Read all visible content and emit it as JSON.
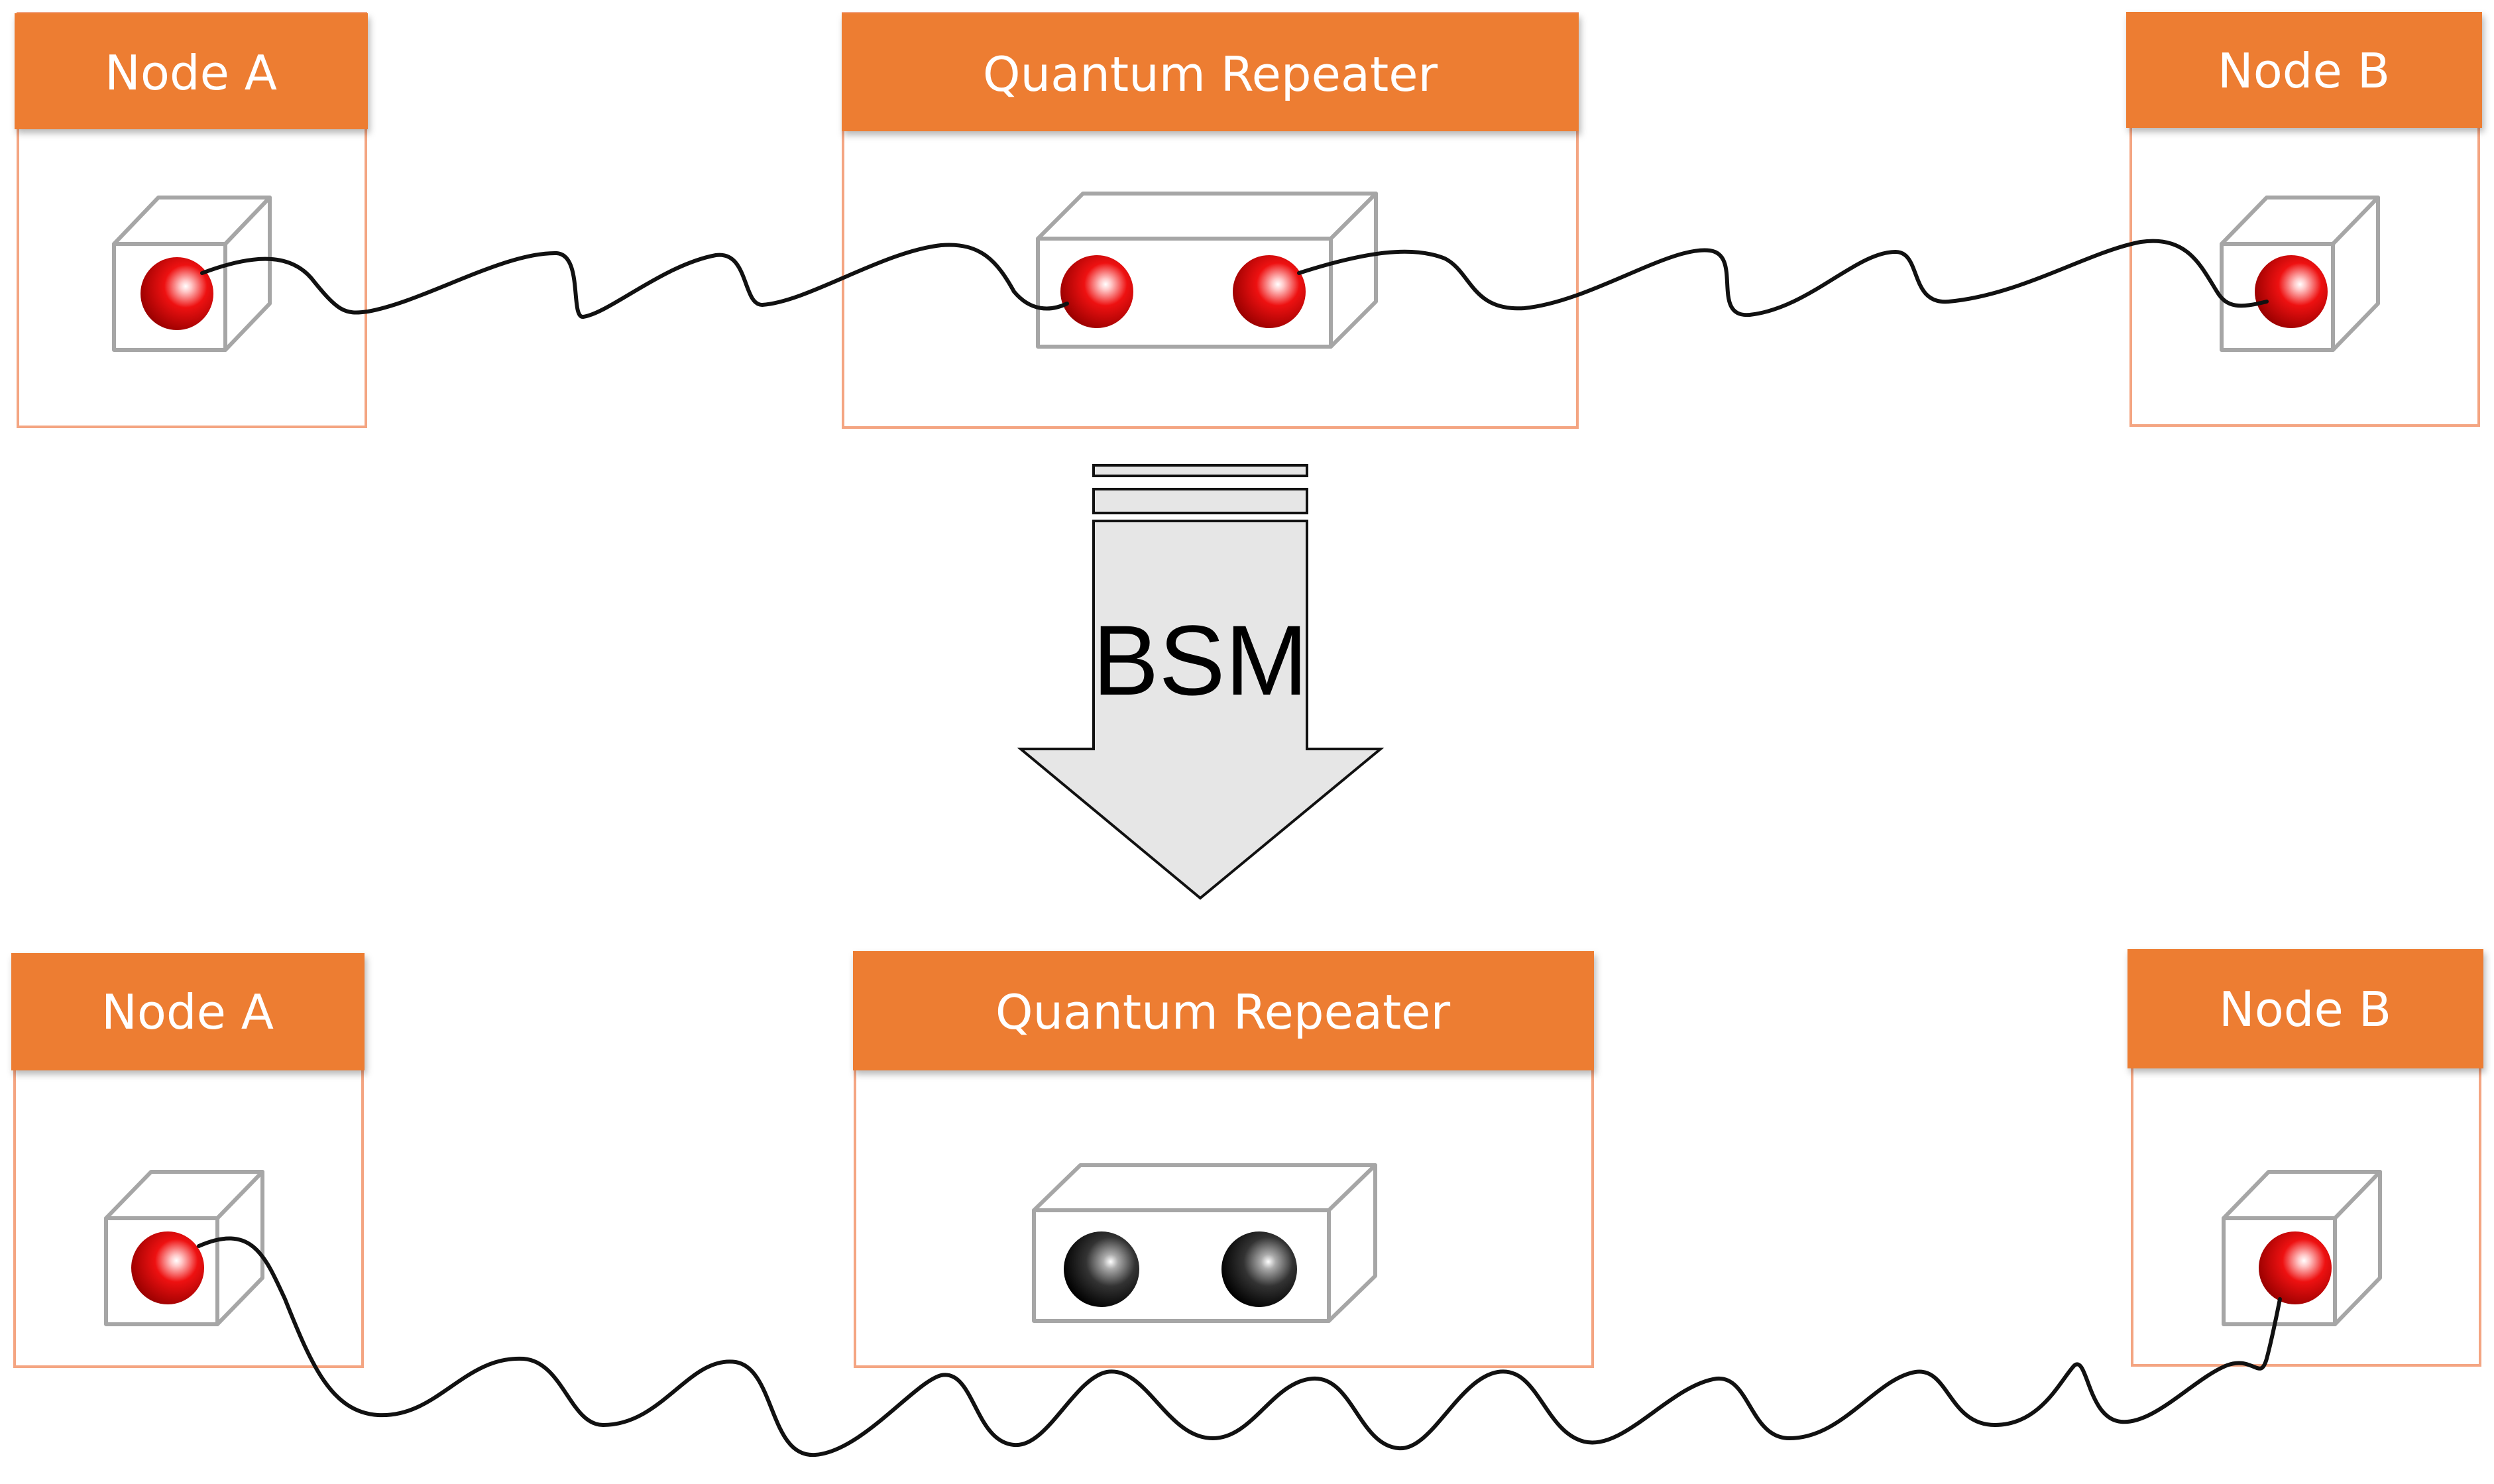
{
  "top_row": {
    "node_a": {
      "label": "Node A"
    },
    "repeater": {
      "label": "Quantum Repeater"
    },
    "node_b": {
      "label": "Node B"
    }
  },
  "operation": {
    "label": "BSM"
  },
  "bottom_row": {
    "node_a": {
      "label": "Node A"
    },
    "repeater": {
      "label": "Quantum Repeater"
    },
    "node_b": {
      "label": "Node B"
    }
  },
  "colors": {
    "header_orange": "#ed7d31",
    "box_border": "#f4a582",
    "qubit_entangled": "#e00000",
    "qubit_measured": "#222222",
    "arrow_fill": "#e6e6e6"
  },
  "icons": [
    "qubit-entangled",
    "qubit-measured",
    "memory-cube",
    "entanglement-link",
    "down-arrow"
  ]
}
